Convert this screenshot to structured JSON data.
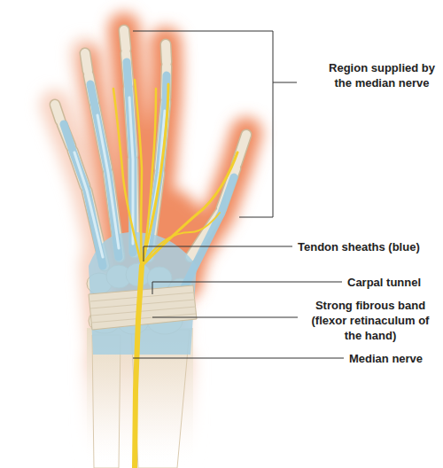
{
  "diagram": {
    "labels": [
      "Region supplied by the median nerve",
      "Tendon sheaths (blue)",
      "Carpal tunnel",
      "Strong fibrous band (flexor retinaculum of the hand)",
      "Median nerve"
    ]
  }
}
